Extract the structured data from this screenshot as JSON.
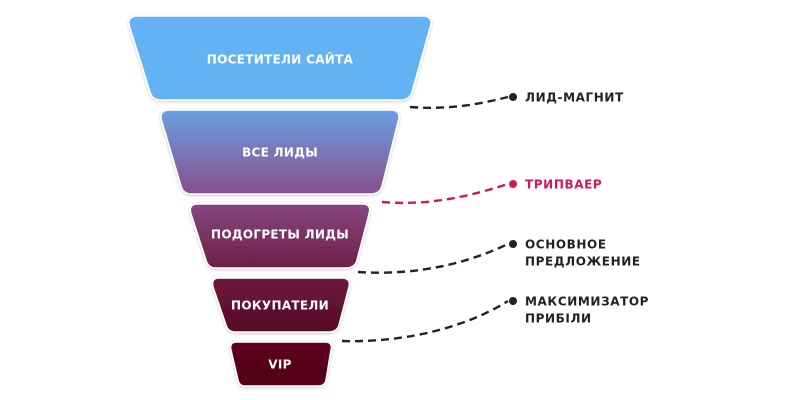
{
  "funnel": {
    "tiers": [
      {
        "label": "ПОСЕТИТЕЛИ САЙТА"
      },
      {
        "label": "ВСЕ ЛИДЫ"
      },
      {
        "label": "ПОДОГРЕТЫ ЛИДЫ"
      },
      {
        "label": "ПОКУПАТЕЛИ"
      },
      {
        "label": "VIP"
      }
    ]
  },
  "stages": [
    {
      "lines": [
        "ЛИД-МАГНИТ"
      ],
      "color": "#222222"
    },
    {
      "lines": [
        "ТРИПВАЕР"
      ],
      "color": "#d3175c"
    },
    {
      "lines": [
        "ОСНОВНОЕ",
        "ПРЕДЛОЖЕНИЕ"
      ],
      "color": "#222222"
    },
    {
      "lines": [
        "МАКСИМИЗАТОР",
        "ПРИБІЛИ"
      ],
      "color": "#222222"
    }
  ],
  "colors": {
    "tier1": "#64b3f4",
    "tier2_top": "#6aa0e2",
    "tier2_bottom": "#874f8c",
    "tier3_top": "#87467f",
    "tier3_bottom": "#6c1f47",
    "tier4_top": "#6e1a3f",
    "tier4_bottom": "#550a22",
    "tier5": "#560019"
  }
}
